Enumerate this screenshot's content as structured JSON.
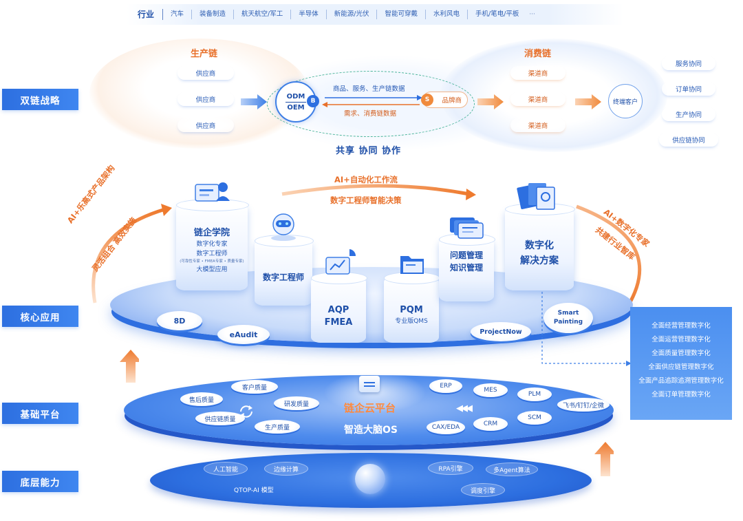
{
  "industry": {
    "title": "行业",
    "items": [
      "汽车",
      "装备制造",
      "航天航空/军工",
      "半导体",
      "新能源/光伏",
      "智能可穿戴",
      "水利风电",
      "手机/笔电/平板"
    ],
    "more": "···"
  },
  "rows": {
    "strategy": "双链战略",
    "core": "核心应用",
    "base": "基础平台",
    "bottom": "底层能力"
  },
  "dual_chain": {
    "production_title": "生产链",
    "suppliers": [
      "供应商",
      "供应商",
      "供应商"
    ],
    "odm": "ODM",
    "oem": "OEM",
    "badge_b": "B",
    "flow_top": "商品、服务、生产链数据",
    "flow_bottom": "需求、消费链数据",
    "badge_s": "S",
    "brand": "品牌商",
    "share": "共享  协同  协作",
    "consumer_title": "消费链",
    "channels": [
      "渠道商",
      "渠道商",
      "渠道商"
    ],
    "end_customer": "终端客户",
    "collab": [
      "服务协同",
      "订单协同",
      "生产协同",
      "供应链协同"
    ]
  },
  "core_apps": {
    "arc_top_1": "AI+自动化工作流",
    "arc_top_2": "数字工程师智能决策",
    "arc_left_1": "AI+乐高式产品架构",
    "arc_left_2": "灵活组合 高效实施",
    "arc_right_1": "AI+数字化专家",
    "arc_right_2": "共建行业智库",
    "academy": {
      "title": "链企学院",
      "line1": "数字化专家",
      "line2": "数字工程师",
      "tiny": "(可靠性专家 • FMEA专家 • 质量专家)",
      "line3": "大模型应用"
    },
    "digital_engineer": "数字工程师",
    "aqp_1": "AQP",
    "aqp_2": "FMEA",
    "pqm_1": "PQM",
    "pqm_2": "专业版QMS",
    "problem_1": "问题管理",
    "problem_2": "知识管理",
    "solution_1": "数字化",
    "solution_2": "解决方案",
    "d8": "8D",
    "eaudit": "eAudit",
    "projectnow": "ProjectNow",
    "smart_1": "Smart",
    "smart_2": "Painting"
  },
  "digital_list": [
    "全面经营管理数字化",
    "全面运营管理数字化",
    "全面质量管理数字化",
    "全面供应链管理数字化",
    "全面产品追踪追溯管理数字化",
    "全面订单管理数字化"
  ],
  "base_platform": {
    "title": "链企云平台",
    "subtitle": "智造大脑OS",
    "left": [
      "售后质量",
      "客户质量",
      "研发质量",
      "供应链质量",
      "生产质量"
    ],
    "right": [
      "ERP",
      "MES",
      "PLM",
      "SCM",
      "CRM",
      "CAX/EDA",
      "飞书/钉钉/企微"
    ],
    "chevrons": "◀◀◀"
  },
  "bottom": {
    "items": [
      "人工智能",
      "边缘计算",
      "QTOP-AI 模型",
      "RPA引擎",
      "多Agent算法",
      "调度引擎"
    ]
  }
}
